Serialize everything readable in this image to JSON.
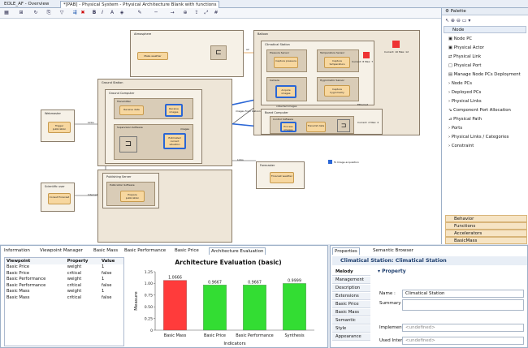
{
  "editor_tabs": [
    "EOLE_AF - Overview",
    "*[PAB] - Physical System - Physical Architecture Blank with functions"
  ],
  "canvas": {
    "atmosphere": {
      "title": "Atmosphere",
      "fn": "Make weather"
    },
    "balloon": {
      "title": "Balloon",
      "climatical_station": "Climatical Station",
      "pressure_sensor": "Pressure Sensor",
      "capture_pressure": "Capture pressure",
      "temperature_sensor": "Temperature Sensor",
      "capture_temperature": "Capture temperature",
      "camera": "Camera",
      "acquire_images": "Acquire images",
      "hygrometric_sensor": "Hygrometric Sensor",
      "capture_hygrometry": "Capture hygrometry",
      "current_label1": "Current: 10 Max: 12",
      "current_label2": "Current: 8 Max: 7",
      "board_computer": "Board Computer",
      "control_software": "Control Software",
      "process_images": "Process images",
      "transmit_data": "Transmit data",
      "current_label3": "Current: 2 Max: 4"
    },
    "ground_station": {
      "title": "Ground Station",
      "ground_computer": "Ground Computer",
      "transmitter": "Transmitter",
      "receive_data": "Receive data",
      "receive_images": "Receive images",
      "supervision_software": "Supervision Software",
      "estimated_situation": "Estimated current situation",
      "publishing_server": "Publishing Server",
      "publication_software": "Publication Software",
      "prepare_publication": "Prepare publication"
    },
    "webmaster": {
      "title": "Webmaster",
      "fn": "Trigger publication"
    },
    "scientific_user": {
      "title": "Scientific user",
      "fn": "Consult forecast"
    },
    "forecaster": {
      "title": "Forecaster",
      "fn": "Forecast weather"
    },
    "labels": {
      "links": "Links",
      "collected_images": "collected images",
      "ethernet": "Ethernet",
      "images_from_balloon": "images from balloon",
      "images": "images",
      "air": "air",
      "internet": "Internet",
      "links2": "Links",
      "image_acquisition": "To Image acquisition"
    }
  },
  "palette": {
    "title": "Palette",
    "node_section": "Node",
    "items": [
      "Node PC",
      "Physical Actor",
      "Physical Link",
      "Physical Port",
      "Manage Node PCs Deployment",
      "Node PCs",
      "Deployed PCs",
      "Physical Links",
      "Component Port Allocation",
      "Physical Path",
      "Ports",
      "Physical Links / Categories",
      "Constraint"
    ],
    "drawers": [
      "Behavior",
      "Functions",
      "Accelerators",
      "BasicMass"
    ]
  },
  "bottom_tabs": [
    "Information",
    "Viewpoint Manager",
    "Basic Mass",
    "Basic Performance",
    "Basic Price",
    "Architecture Evaluation"
  ],
  "viewpoint_table": {
    "headers": [
      "Viewpoint",
      "Property",
      "Value"
    ],
    "rows": [
      [
        "Basic Price",
        "weight",
        "1"
      ],
      [
        "Basic Price",
        "critical",
        "false"
      ],
      [
        "Basic Performance",
        "weight",
        "1"
      ],
      [
        "Basic Performance",
        "critical",
        "false"
      ],
      [
        "Basic Mass",
        "weight",
        "1"
      ],
      [
        "Basic Mass",
        "critical",
        "false"
      ]
    ]
  },
  "chart_data": {
    "type": "bar",
    "title": "Architecture Evaluation (basic)",
    "xlabel": "Indicators",
    "ylabel": "Measure",
    "categories": [
      "Basic Mass",
      "Basic Price",
      "Basic Performance",
      "Synthesis"
    ],
    "values": [
      1.0666,
      0.9667,
      0.9667,
      0.9999
    ],
    "value_labels": [
      "1.0666",
      "0.9667",
      "0.9667",
      "0.9999"
    ],
    "colors": [
      "#ff3b3b",
      "#33dd33",
      "#33dd33",
      "#33dd33"
    ],
    "ylim": [
      0,
      1.25
    ],
    "yticks": [
      "0",
      "0.25",
      "0.50",
      "0.75",
      "1.00",
      "1.25"
    ]
  },
  "properties": {
    "tabs": [
      "Properties",
      "Semantic Browser"
    ],
    "header": "Climatical Station: Climatical Station",
    "side_tabs": [
      "Melody Advance",
      "Management",
      "Description",
      "Extensions",
      "Basic Price",
      "Basic Mass",
      "Semantic",
      "Style",
      "Appearance"
    ],
    "section": "Property",
    "name_label": "Name :",
    "name_value": "Climatical Station",
    "summary_label": "Summary :",
    "implemented_label": "Implemented Interfaces :",
    "used_label": "Used Interfaces :",
    "undefined": "<undefined>"
  }
}
